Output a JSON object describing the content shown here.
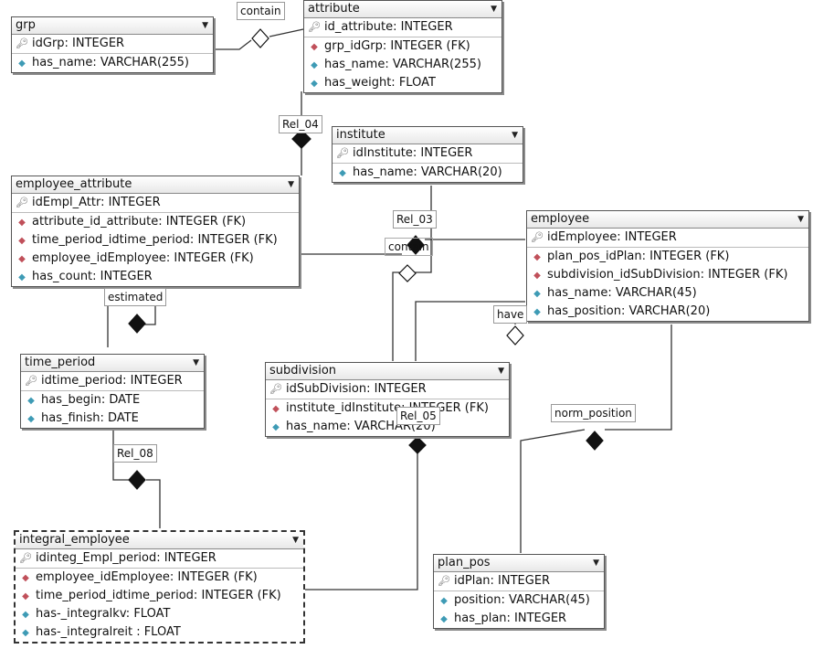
{
  "entities": {
    "grp": {
      "name": "grp",
      "rows": [
        {
          "kind": "pk",
          "text": "idGrp: INTEGER"
        },
        {
          "kind": "attr",
          "text": "has_name: VARCHAR(255)"
        }
      ]
    },
    "attribute": {
      "name": "attribute",
      "rows": [
        {
          "kind": "pk",
          "text": "id_attribute: INTEGER"
        },
        {
          "kind": "fk",
          "text": "grp_idGrp: INTEGER (FK)"
        },
        {
          "kind": "attr",
          "text": "has_name: VARCHAR(255)"
        },
        {
          "kind": "attr",
          "text": "has_weight: FLOAT"
        }
      ]
    },
    "institute": {
      "name": "institute",
      "rows": [
        {
          "kind": "pk",
          "text": "idInstitute: INTEGER"
        },
        {
          "kind": "attr",
          "text": "has_name: VARCHAR(20)"
        }
      ]
    },
    "employee_attribute": {
      "name": "employee_attribute",
      "rows": [
        {
          "kind": "pk",
          "text": "idEmpl_Attr: INTEGER"
        },
        {
          "kind": "fk",
          "text": "attribute_id_attribute: INTEGER (FK)"
        },
        {
          "kind": "fk",
          "text": "time_period_idtime_period: INTEGER (FK)"
        },
        {
          "kind": "fk",
          "text": "employee_idEmployee: INTEGER (FK)"
        },
        {
          "kind": "attr",
          "text": "has_count: INTEGER"
        }
      ]
    },
    "employee": {
      "name": "employee",
      "rows": [
        {
          "kind": "pk",
          "text": "idEmployee: INTEGER"
        },
        {
          "kind": "fk",
          "text": "plan_pos_idPlan: INTEGER (FK)"
        },
        {
          "kind": "fk",
          "text": "subdivision_idSubDivision: INTEGER (FK)"
        },
        {
          "kind": "attr",
          "text": "has_name: VARCHAR(45)"
        },
        {
          "kind": "attr",
          "text": "has_position: VARCHAR(20)"
        }
      ]
    },
    "time_period": {
      "name": "time_period",
      "rows": [
        {
          "kind": "pk",
          "text": "idtime_period: INTEGER"
        },
        {
          "kind": "attr",
          "text": "has_begin: DATE"
        },
        {
          "kind": "attr",
          "text": "has_finish: DATE"
        }
      ]
    },
    "subdivision": {
      "name": "subdivision",
      "rows": [
        {
          "kind": "pk",
          "text": "idSubDivision: INTEGER"
        },
        {
          "kind": "fk",
          "text": "institute_idInstitute: INTEGER (FK)"
        },
        {
          "kind": "attr",
          "text": "has_name: VARCHAR(20)"
        }
      ]
    },
    "integral_employee": {
      "name": "integral_employee",
      "rows": [
        {
          "kind": "pk",
          "text": "idinteg_Empl_period: INTEGER"
        },
        {
          "kind": "fk",
          "text": "employee_idEmployee: INTEGER (FK)"
        },
        {
          "kind": "fk",
          "text": "time_period_idtime_period: INTEGER (FK)"
        },
        {
          "kind": "attr",
          "text": "has-_integralkv: FLOAT"
        },
        {
          "kind": "attr",
          "text": "has-_integralreit : FLOAT"
        }
      ]
    },
    "plan_pos": {
      "name": "plan_pos",
      "rows": [
        {
          "kind": "pk",
          "text": "idPlan: INTEGER"
        },
        {
          "kind": "attr",
          "text": "position: VARCHAR(45)"
        },
        {
          "kind": "attr",
          "text": "has_plan: INTEGER"
        }
      ]
    }
  },
  "relationships": {
    "contain_grp": "contain",
    "rel_04": "Rel_04",
    "rel_03": "Rel_03",
    "contain_institute": "contain",
    "estimated": "estimated",
    "have": "have",
    "rel_05": "Rel_05",
    "norm_position": "norm_position",
    "rel_08": "Rel_08"
  },
  "icons": {
    "pk": "key-icon",
    "fk": "foreign-key-icon",
    "attr": "attribute-icon",
    "collapse": "chevron-down-icon"
  },
  "colors": {
    "fk": "#c0505a",
    "attr": "#3e9bb5",
    "line": "#333333"
  }
}
